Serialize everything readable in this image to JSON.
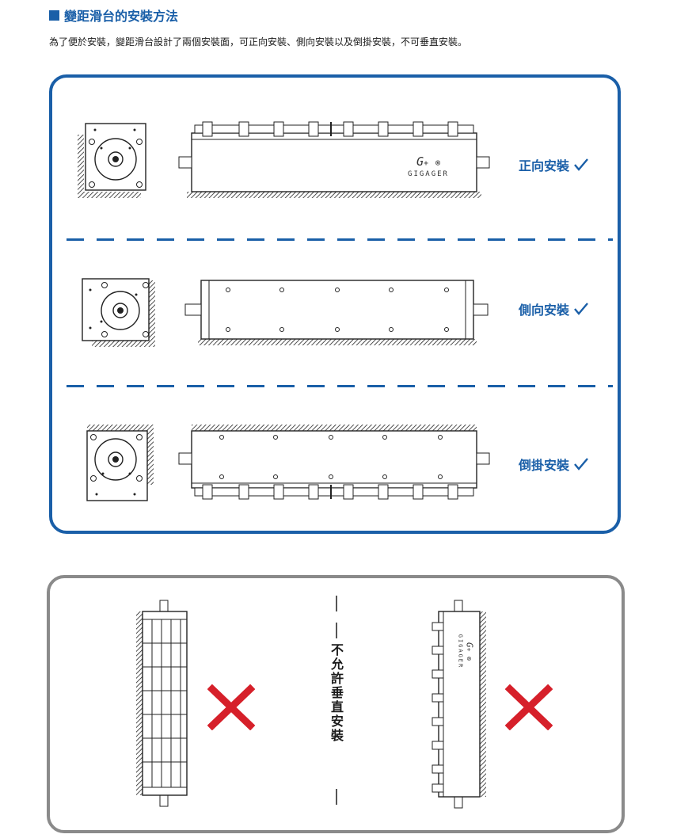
{
  "header": {
    "title": "變距滑台的安裝方法",
    "description": "為了便於安裝，變距滑台設計了兩個安裝面，可正向安裝、側向安裝以及倒掛安裝，不可垂直安裝。"
  },
  "allowed": {
    "items": [
      {
        "label": "正向安裝"
      },
      {
        "label": "側向安裝"
      },
      {
        "label": "倒掛安裝"
      }
    ],
    "accent_color": "#1a5fa8"
  },
  "disallowed": {
    "label": "不允許垂直安裝",
    "mark_color": "#d6202a"
  },
  "brand": {
    "name": "GIGAGER",
    "registered": "®"
  }
}
